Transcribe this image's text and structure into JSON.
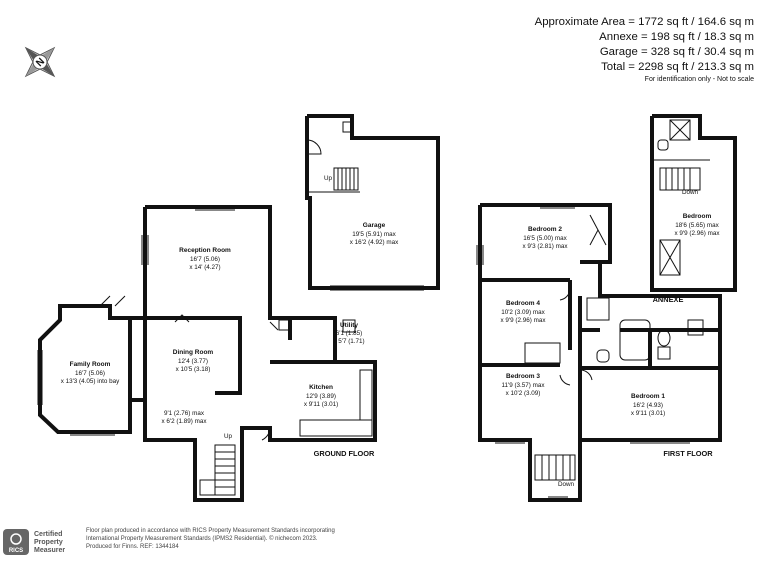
{
  "areas": {
    "approx": "Approximate Area = 1772 sq ft / 164.6 sq m",
    "annexe": "Annexe = 198 sq ft / 18.3 sq m",
    "garage": "Garage = 328 sq ft / 30.4 sq m",
    "total": "Total = 2298 sq ft / 213.3 sq m",
    "note": "For identification only - Not to scale"
  },
  "compass": {
    "letter": "N"
  },
  "floors": {
    "ground": "GROUND FLOOR",
    "first": "FIRST FLOOR",
    "annexe": "ANNEXE"
  },
  "rooms": {
    "garage": {
      "name": "Garage",
      "dim1": "19'5 (5.91) max",
      "dim2": "x 16'2 (4.92) max"
    },
    "reception": {
      "name": "Reception Room",
      "dim1": "16'7 (5.06)",
      "dim2": "x 14' (4.27)"
    },
    "family": {
      "name": "Family Room",
      "dim1": "16'7 (5.06)",
      "dim2": "x 13'3 (4.05) into bay"
    },
    "dining": {
      "name": "Dining Room",
      "dim1": "12'4 (3.77)",
      "dim2": "x 10'5 (3.18)"
    },
    "utility": {
      "name": "Utility",
      "dim1": "6'1 (1.85)",
      "dim2": "x 5'7 (1.71)"
    },
    "kitchen": {
      "name": "Kitchen",
      "dim1": "12'9 (3.89)",
      "dim2": "x 9'11 (3.01)"
    },
    "hall": {
      "dim1": "9'1 (2.76) max",
      "dim2": "x 6'2 (1.89) max"
    },
    "bedroom2": {
      "name": "Bedroom 2",
      "dim1": "16'5 (5.00) max",
      "dim2": "x 9'3 (2.81) max"
    },
    "bedroom4": {
      "name": "Bedroom 4",
      "dim1": "10'2 (3.09) max",
      "dim2": "x 9'9 (2.96) max"
    },
    "bedroom3": {
      "name": "Bedroom 3",
      "dim1": "11'9 (3.57) max",
      "dim2": "x 10'2 (3.09)"
    },
    "bedroom1": {
      "name": "Bedroom 1",
      "dim1": "16'2 (4.93)",
      "dim2": "x 9'11 (3.01)"
    },
    "annexe_bed": {
      "name": "Bedroom",
      "dim1": "18'6 (5.65) max",
      "dim2": "x 9'9 (2.96) max"
    }
  },
  "stairs": {
    "up": "Up",
    "down": "Down"
  },
  "footer": {
    "line1": "Floor plan produced in accordance with RICS Property Measurement Standards incorporating",
    "line2": "International Property Measurement Standards (IPMS2 Residential).  © nichecom 2023.",
    "line3": "Produced for Finns.     REF: 1344184",
    "rics": "RICS",
    "cert1": "Certified",
    "cert2": "Property",
    "cert3": "Measurer"
  }
}
